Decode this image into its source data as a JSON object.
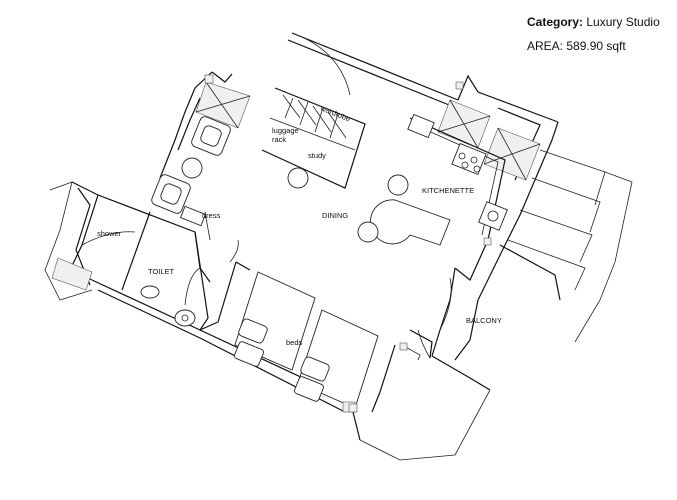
{
  "header": {
    "category_label": "Category:",
    "category_value": "Luxury Studio",
    "area_text": "AREA: 589.90 sqft"
  },
  "rooms": {
    "wardrobe": "wardrobe",
    "luggage_rack_line1": "luggage",
    "luggage_rack_line2": "rack",
    "study": "study",
    "kitchenette": "KITCHENETTE",
    "dining": "DINING",
    "dress": "dress",
    "shower": "shower",
    "toilet": "TOILET",
    "beds": "beds",
    "balcony": "BALCONY"
  }
}
